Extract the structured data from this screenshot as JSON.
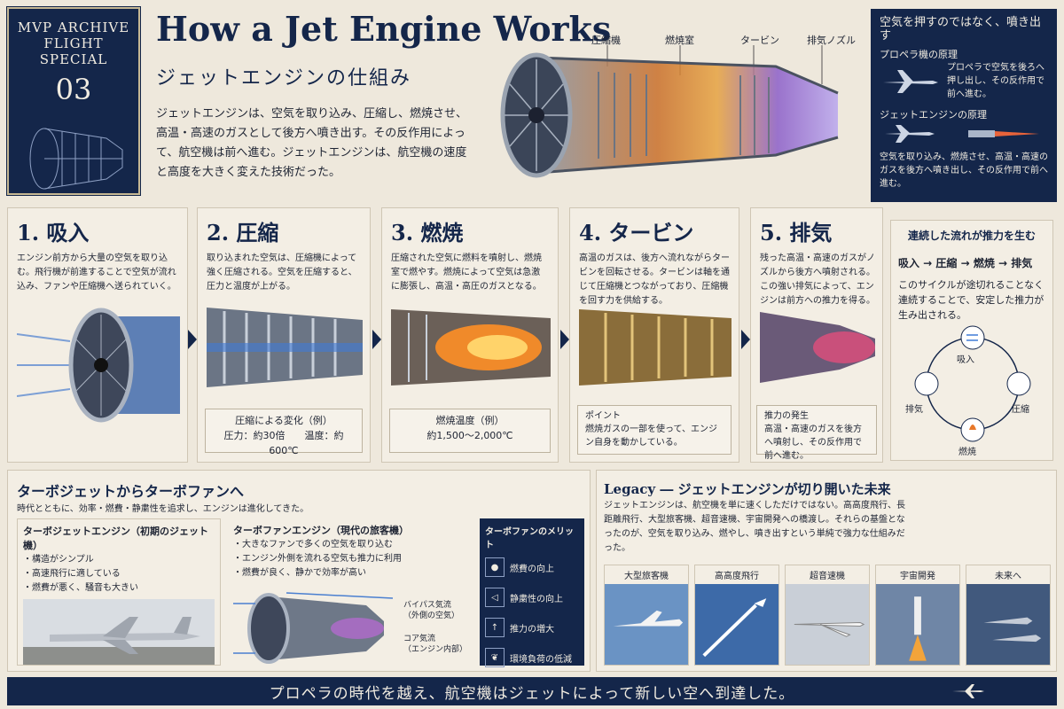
{
  "badge": {
    "line1": "MVP ARCHIVE",
    "line2": "FLIGHT SPECIAL",
    "number": "03"
  },
  "hero": {
    "title": "How a Jet Engine Works",
    "subtitle": "ジェットエンジンの仕組み",
    "body": "ジェットエンジンは、空気を取り込み、圧縮し、燃焼させ、高温・高速のガスとして後方へ噴き出す。その反作用によって、航空機は前へ進む。ジェットエンジンは、航空機の速度と高度を大きく変えた技術だった。"
  },
  "engine_labels": [
    "圧縮機",
    "燃焼室",
    "タービン",
    "排気ノズル"
  ],
  "principle": {
    "heading": "空気を押すのではなく、噴き出す",
    "prop_title": "プロペラ機の原理",
    "prop_text": "プロペラで空気を後ろへ押し出し、その反作用で前へ進む。",
    "jet_title": "ジェットエンジンの原理",
    "jet_text": "空気を取り込み、燃焼させ、高温・高速のガスを後方へ噴き出し、その反作用で前へ進む。"
  },
  "steps": [
    {
      "title": "1. 吸入",
      "desc": "エンジン前方から大量の空気を取り込む。飛行機が前進することで空気が流れ込み、ファンや圧縮機へ送られていく。"
    },
    {
      "title": "2. 圧縮",
      "desc": "取り込まれた空気は、圧縮機によって強く圧縮される。空気を圧縮すると、圧力と温度が上がる。",
      "note_title": "圧縮による変化（例）",
      "note_text": "圧力：約30倍　　温度：約600℃"
    },
    {
      "title": "3. 燃焼",
      "desc": "圧縮された空気に燃料を噴射し、燃焼室で燃やす。燃焼によって空気は急激に膨張し、高温・高圧のガスとなる。",
      "note_title": "燃焼温度（例）",
      "note_text": "約1,500～2,000℃"
    },
    {
      "title": "4. タービン",
      "desc": "高温のガスは、後方へ流れながらタービンを回転させる。タービンは軸を通じて圧縮機とつながっており、圧縮機を回す力を供給する。",
      "note_title": "ポイント",
      "note_text": "燃焼ガスの一部を使って、エンジン自身を動かしている。"
    },
    {
      "title": "5. 排気",
      "desc": "残った高温・高速のガスがノズルから後方へ噴射される。この強い排気によって、エンジンは前方への推力を得る。",
      "note_title": "推力の発生",
      "note_text": "高温・高速のガスを後方へ噴射し、その反作用で前へ進む。"
    }
  ],
  "cycle": {
    "title": "連続した流れが推力を生む",
    "flow": "吸入 → 圧縮 → 燃焼 → 排気",
    "text": "このサイクルが途切れることなく連続することで、安定した推力が生み出される。",
    "nodes": [
      "吸入",
      "圧縮",
      "燃焼",
      "排気"
    ]
  },
  "evolution": {
    "title": "ターボジェットからターボファンへ",
    "intro": "時代とともに、効率・燃費・静粛性を追求し、エンジンは進化してきた。",
    "turbojet_title": "ターボジェットエンジン（初期のジェット機）",
    "turbojet_points": [
      "構造がシンプル",
      "高速飛行に適している",
      "燃費が悪く、騒音も大きい"
    ],
    "turbofan_title": "ターボファンエンジン（現代の旅客機）",
    "turbofan_points": [
      "大きなファンで多くの空気を取り込む",
      "エンジン外側を流れる空気も推力に利用",
      "燃費が良く、静かで効率が高い"
    ],
    "bypass_label": "バイパス気流",
    "bypass_sub": "（外側の空気）",
    "core_label": "コア気流",
    "core_sub": "（エンジン内部）",
    "merits_title": "ターボファンのメリット",
    "merits": [
      "燃費の向上",
      "静粛性の向上",
      "推力の増大",
      "環境負荷の低減"
    ]
  },
  "legacy": {
    "title": "Legacy ― ジェットエンジンが切り開いた未来",
    "text": "ジェットエンジンは、航空機を単に速くしただけではない。高高度飛行、長距離飛行、大型旅客機、超音速機、宇宙開発への橋渡し。それらの基盤となったのが、空気を取り込み、燃やし、噴き出すという単純で強力な仕組みだった。",
    "cards": [
      "大型旅客機",
      "高高度飛行",
      "超音速機",
      "宇宙開発",
      "未来へ"
    ]
  },
  "footer": "プロペラの時代を越え、航空機はジェットによって新しい空へ到達した。"
}
